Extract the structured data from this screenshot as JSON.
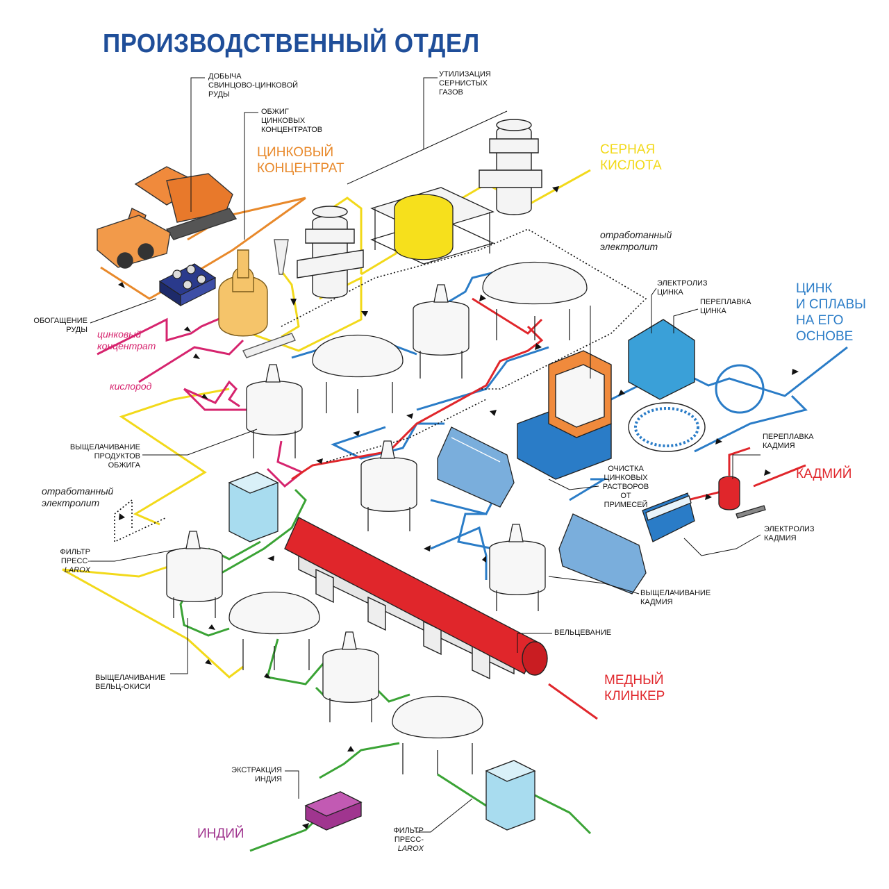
{
  "title": "ПРОИЗВОДСТВЕННЫЙ ОТДЕЛ",
  "labels": {
    "mining": "ДОБЫЧА\nСВИНЦОВО-ЦИНКОВОЙ\nРУДЫ",
    "roasting": "ОБЖИГ\nЦИНКОВЫХ\nКОНЦЕНТРАТОВ",
    "gas": "УТИЛИЗАЦИЯ\nСЕРНИСТЫХ\nГАЗОВ",
    "concentration": "ОБОГАЩЕНИЕ\nРУДЫ",
    "electrolysis_zinc": "ЭЛЕКТРОЛИЗ\nЦИНКА",
    "remelt_zinc": "ПЕРЕПЛАВКА\nЦИНКА",
    "leach_roast": "ВЫЩЕЛАЧИВАНИЕ\nПРОДУКТОВ\nОБЖИГА",
    "purification": "ОЧИСТКА\nЦИНКОВЫХ\nРАСТВОРОВ\nОТ ПРИМЕСЕЙ",
    "remelt_cadmium": "ПЕРЕПЛАВКА\nКАДМИЯ",
    "electrolysis_cadmium": "ЭЛЕКТРОЛИЗ\nКАДМИЯ",
    "leach_cadmium": "ВЫЩЕЛАЧИВАНИЕ\nКАДМИЯ",
    "filter_press_1": "ФИЛЬТР\nПРЕСС-",
    "filter_press_1_brand": "LAROX",
    "leach_waelz": "ВЫЩЕЛАЧИВАНИЕ\nВЕЛЬЦ-ОКИСИ",
    "waelz": "ВЕЛЬЦЕВАНИЕ",
    "indium_extraction": "ЭКСТРАКЦИЯ\nИНДИЯ",
    "filter_press_2": "ФИЛЬТР\nПРЕСС-",
    "filter_press_2_brand": "LAROX"
  },
  "products": {
    "zinc_concentrate": "ЦИНКОВЫЙ\nКОНЦЕНТРАТ",
    "sulfuric_acid": "СЕРНАЯ\nКИСЛОТА",
    "zinc_alloys": "ЦИНК\nИ СПЛАВЫ\nНА ЕГО\nОСНОВЕ",
    "cadmium": "КАДМИЙ",
    "copper_clinker": "МЕДНЫЙ\nКЛИНКЕР",
    "indium": "ИНДИЙ"
  },
  "flows": {
    "spent_electrolyte_1": "отработанный\nэлектролит",
    "spent_electrolyte_2": "отработанный\nэлектролит",
    "zinc_concentrate": "цинковый\nконцентрат",
    "oxygen": "кислород"
  },
  "colors": {
    "title": "#1f4e99",
    "zinc_concentrate": "#e8892b",
    "sulfuric_acid": "#f2d91a",
    "zinc": "#2a7cc7",
    "cadmium": "#e0262b",
    "copper_clinker": "#e0262b",
    "indium": "#a0358f",
    "waelz_oxide": "#3aa335",
    "feed_pink": "#d6246e"
  }
}
